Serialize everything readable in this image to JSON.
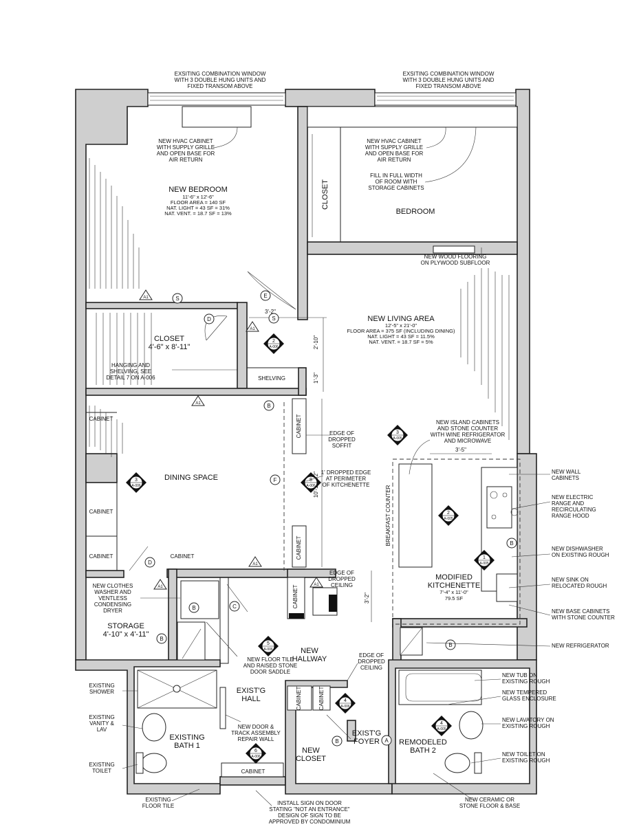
{
  "rooms": {
    "new_bedroom": {
      "name": "NEW BEDROOM",
      "lines": [
        "11'-6\" x 12'-6\"",
        "FLOOR AREA = 140 SF",
        "NAT. LIGHT = 43 SF = 31%",
        "NAT. VENT. = 18.7 SF = 13%"
      ]
    },
    "bedroom": "BEDROOM",
    "new_living": {
      "name": "NEW LIVING AREA",
      "lines": [
        "12'-5\" x 21'-0\"",
        "FLOOR AREA = 375 SF (INCLUDING DINING)",
        "NAT. LIGHT = 43 SF = 11.5%",
        "NAT. VENT. = 18.7 SF = 5%"
      ]
    },
    "closet1": {
      "name": "CLOSET",
      "size": "4'-6\" x 8'-11\""
    },
    "dining": "DINING SPACE",
    "storage": {
      "name": "STORAGE",
      "size": "4'-10\" x 4'-11\""
    },
    "kitchenette": {
      "name1": "MODIFIED",
      "name2": "KITCHENETTE",
      "size": "7'-4\" x 11'-0\"",
      "area": "79.5 SF"
    },
    "new_hallway": {
      "l1": "NEW",
      "l2": "HALLWAY"
    },
    "exist_hall": {
      "l1": "EXIST'G",
      "l2": "HALL"
    },
    "bath1": {
      "l1": "EXISTING",
      "l2": "BATH 1"
    },
    "new_closet": {
      "l1": "NEW",
      "l2": "CLOSET"
    },
    "foyer": {
      "l1": "EXIST'G",
      "l2": "FOYER"
    },
    "bath2": {
      "l1": "REMODELED",
      "l2": "BATH 2"
    }
  },
  "labels": {
    "closet_vertical": "CLOSET",
    "shelving": "SHELVING",
    "cabinet": "CABINET",
    "breakfast_counter": "BREAKFAST COUNTER"
  },
  "notes": {
    "window_left": [
      "EXSITING COMBINATION WINDOW",
      "WITH 3 DOUBLE HUNG UNITS AND",
      "FIXED TRANSOM ABOVE"
    ],
    "window_right": [
      "EXSITING COMBINATION WINDOW",
      "WITH 3 DOUBLE HUNG UNITS AND",
      "FIXED TRANSOM ABOVE"
    ],
    "hvac_left": [
      "NEW HVAC CABINET",
      "WITH SUPPLY GRILLE",
      "AND OPEN BASE FOR",
      "AIR RETURN"
    ],
    "hvac_right": [
      "NEW HVAC CABINET",
      "WITH SUPPLY GRILLE",
      "AND OPEN BASE FOR",
      "AIR RETURN"
    ],
    "fill_width": [
      "FILL IN FULL WIDTH",
      "OF ROOM WITH",
      "STORAGE CABINETS"
    ],
    "wood_flooring": [
      "NEW WOOD FLOORING",
      "ON PLYWOOD SUBFLOOR"
    ],
    "hanging": [
      "HANGING AND",
      "SHELVING, SEE",
      "DETAIL 7 ON A-006"
    ],
    "soffit1": [
      "EDGE OF",
      "DROPPED",
      "SOFFIT"
    ],
    "dropped_edge": [
      "1' DROPPED EDGE",
      "AT PERIMETER",
      "OF KITCHENETTE"
    ],
    "island": [
      "NEW ISLAND CABINETS",
      "AND STONE COUNTER",
      "WITH WINE REFRIGERATOR",
      "AND MICROWAVE"
    ],
    "wall_cab": [
      "NEW WALL",
      "CABINETS"
    ],
    "range": [
      "NEW ELECTRIC",
      "RANGE AND",
      "RECIRCULATING",
      "RANGE HOOD"
    ],
    "dishwasher": [
      "NEW DISHWASHER",
      "ON EXISTING ROUGH"
    ],
    "sink": [
      "NEW SINK ON",
      "RELOCATED ROUGH"
    ],
    "base_cab": [
      "NEW BASE CABINETS",
      "WITH STONE COUNTER"
    ],
    "refrigerator": [
      "NEW REFRIGERATOR"
    ],
    "ceiling1": [
      "EDGE OF",
      "DROPPED",
      "CEILING"
    ],
    "ceiling2": [
      "EDGE OF",
      "DROPPED",
      "CEILING"
    ],
    "washer": [
      "NEW CLOTHES",
      "WASHER AND",
      "VENTLESS",
      "CONDENSING",
      "DRYER"
    ],
    "floor_tile": [
      "NEW FLOOR TILE",
      "AND RAISED STONE",
      "DOOR SADDLE"
    ],
    "door_track": [
      "NEW DOOR &",
      "TRACK ASSEMBLY",
      "REPAIR WALL"
    ],
    "shower": [
      "EXISTING",
      "SHOWER"
    ],
    "vanity": [
      "EXISTING",
      "VANITY &",
      "LAV"
    ],
    "toilet": [
      "EXISTING",
      "TOILET"
    ],
    "floor_tile_exist": [
      "EXISTING",
      "FLOOR TILE"
    ],
    "sign": [
      "INSTALL SIGN ON DOOR",
      "STATING \"NOT AN ENTRANCE\"",
      "DESIGN OF SIGN TO BE",
      "APPROVED BY CONDOMINIUM"
    ],
    "tub": [
      "NEW TUB ON",
      "EXISTING ROUGH"
    ],
    "glass": [
      "NEW TEMPERED",
      "GLASS ENCLOSURE"
    ],
    "lavatory": [
      "NEW LAVATORY ON",
      "EXISTING ROUGH"
    ],
    "toilet_new": [
      "NEW TOILET ON",
      "EXISTING ROUGH"
    ],
    "ceramic": [
      "NEW CERAMIC OR",
      "STONE FLOOR & BASE"
    ]
  },
  "dimensions": {
    "d1": "3'-2\"",
    "d2": "2'-10\"",
    "d3": "1'-3\"",
    "d4": "3'-5\"",
    "d5": "10'-10 1/2\"",
    "d6": "3'-2\""
  },
  "tags": {
    "door_letters": [
      "S",
      "D",
      "E",
      "S",
      "F",
      "D",
      "C",
      "B",
      "B",
      "B",
      "B",
      "A"
    ],
    "a1": "A1",
    "sections": [
      {
        "num": "2",
        "sheet": "A-006"
      },
      {
        "num": "3",
        "sheet": "A-006"
      },
      {
        "num": "8",
        "sheet": "A-006"
      },
      {
        "num": "3",
        "sheet": "A-005"
      },
      {
        "num": "2",
        "sheet": "A-005"
      },
      {
        "num": "1",
        "sheet": "A-005"
      },
      {
        "num": "5",
        "sheet": "A-006"
      },
      {
        "num": "4",
        "sheet": "A-006"
      },
      {
        "num": "4",
        "sheet": "A-005"
      },
      {
        "num": "6",
        "sheet": "A-006"
      }
    ]
  }
}
